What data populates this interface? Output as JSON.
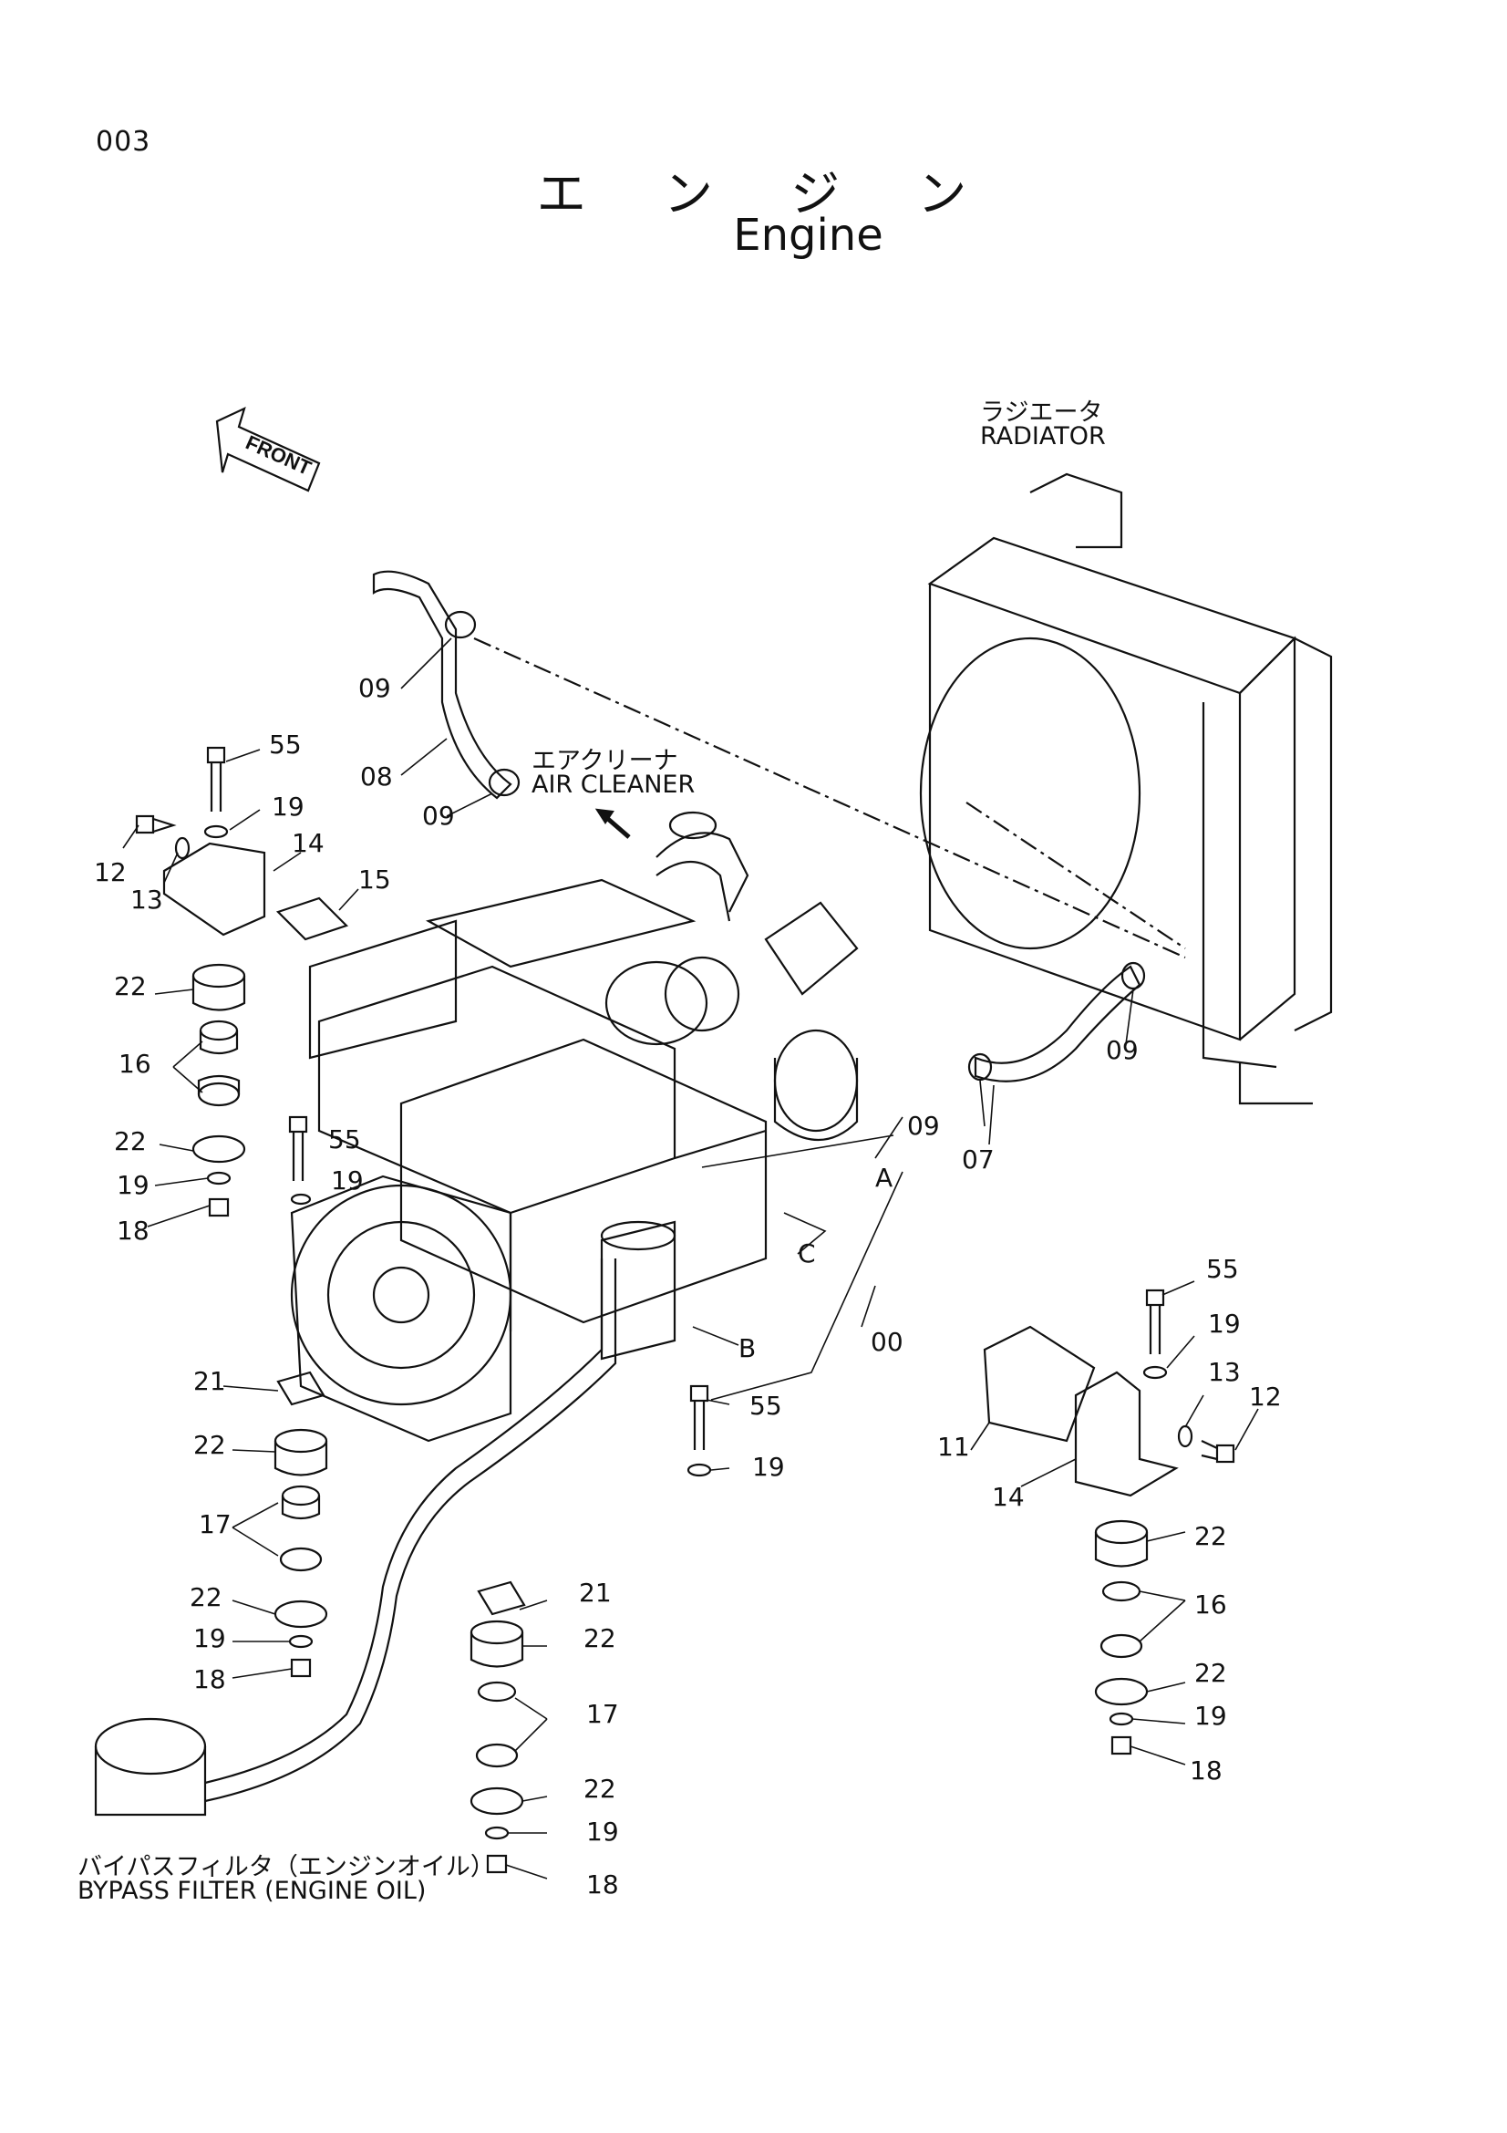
{
  "page_number": "003",
  "title_jp": "エ ン ジ ン",
  "title_en": "Engine",
  "front_marker": "FRONT",
  "labels": {
    "radiator_jp": "ラジエータ",
    "radiator_en": "RADIATOR",
    "air_cleaner_jp": "エアクリーナ",
    "air_cleaner_en": "AIR CLEANER",
    "bypass_jp": "バイパスフィルタ（エンジンオイル）",
    "bypass_en": "BYPASS FILTER (ENGINE OIL)"
  },
  "callouts": [
    "09",
    "08",
    "09",
    "55",
    "19",
    "12",
    "13",
    "14",
    "15",
    "22",
    "16",
    "22",
    "55",
    "19",
    "19",
    "18",
    "21",
    "22",
    "17",
    "22",
    "19",
    "18",
    "A",
    "C",
    "B",
    "00",
    "55",
    "19",
    "21",
    "22",
    "17",
    "22",
    "19",
    "18",
    "09",
    "09",
    "07",
    "55",
    "19",
    "13",
    "12",
    "11",
    "14",
    "22",
    "16",
    "22",
    "19",
    "18"
  ]
}
